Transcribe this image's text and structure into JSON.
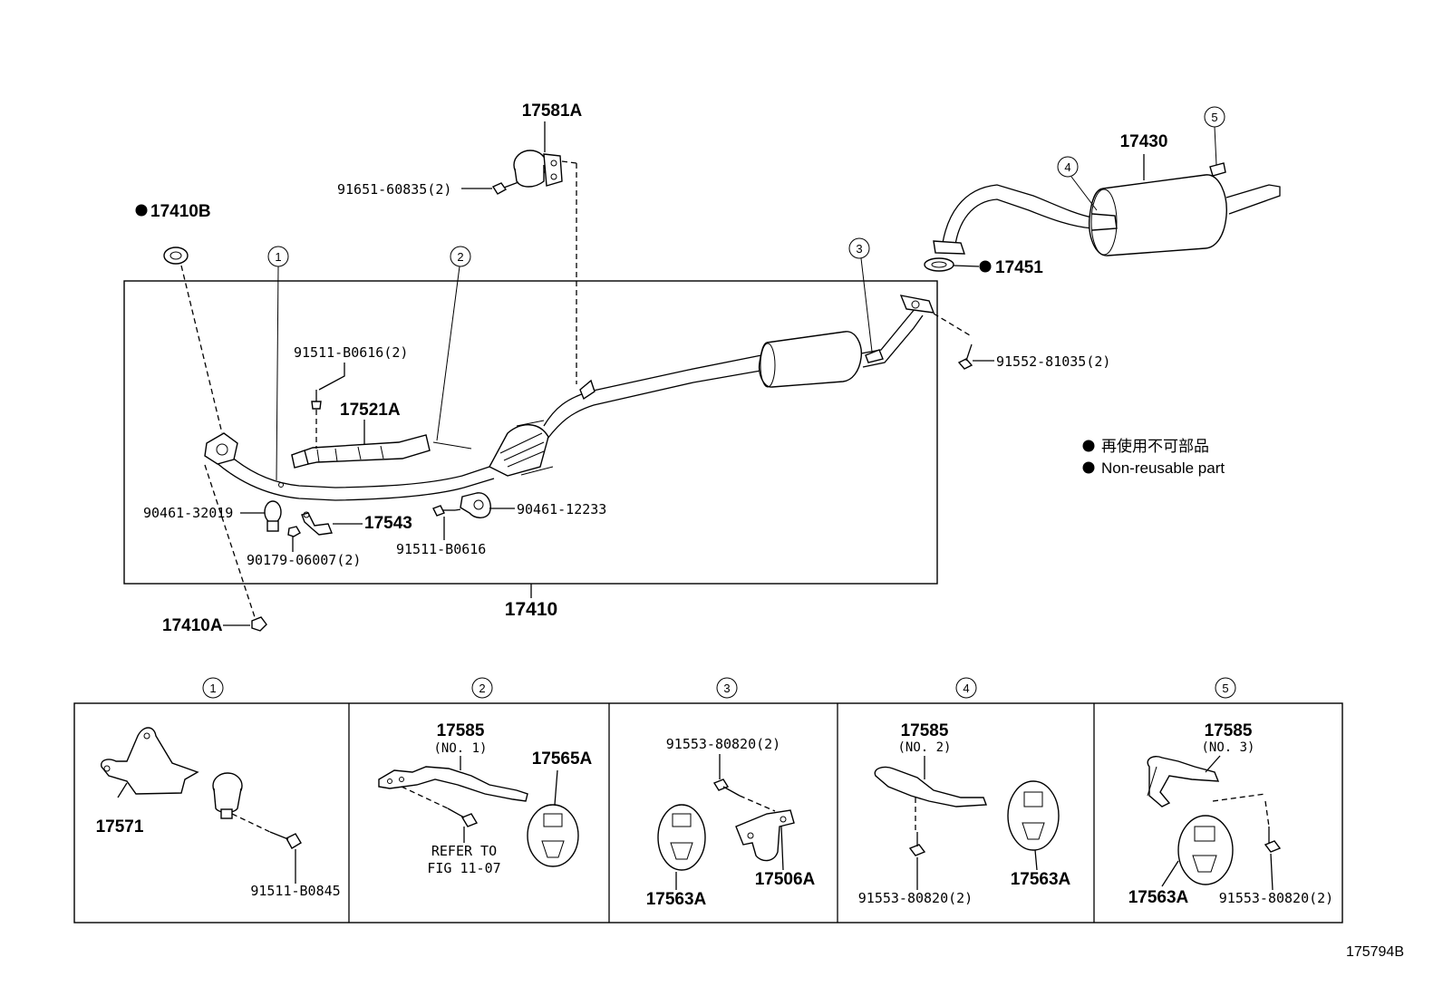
{
  "labels": {
    "p17581A": "17581A",
    "p91651": "91651-60835(2)",
    "p17410B": "17410B",
    "p17430": "17430",
    "p17451": "17451",
    "p91511_b0616_2": "91511-B0616(2)",
    "p17521A": "17521A",
    "p91552": "91552-81035(2)",
    "p90461_32019": "90461-32019",
    "p17543": "17543",
    "p90461_12233": "90461-12233",
    "p90179": "90179-06007(2)",
    "p91511_b0616": "91511-B0616",
    "p17410": "17410",
    "p17410A": "17410A"
  },
  "callouts": [
    "1",
    "2",
    "3",
    "4",
    "5"
  ],
  "legend": {
    "jp": "再使用不可部品",
    "en": "Non-reusable part"
  },
  "details": {
    "d1": {
      "a": "17571",
      "b": "91511-B0845"
    },
    "d2": {
      "a": "17585",
      "a_sub": "(NO. 1)",
      "b": "17565A",
      "note1": "REFER TO",
      "note2": "FIG 11-07"
    },
    "d3": {
      "a": "91553-80820(2)",
      "b": "17563A",
      "c": "17506A"
    },
    "d4": {
      "a": "17585",
      "a_sub": "(NO. 2)",
      "b": "91553-80820(2)",
      "c": "17563A"
    },
    "d5": {
      "a": "17585",
      "a_sub": "(NO. 3)",
      "b": "17563A",
      "c": "91553-80820(2)"
    }
  },
  "figure_id": "175794B"
}
